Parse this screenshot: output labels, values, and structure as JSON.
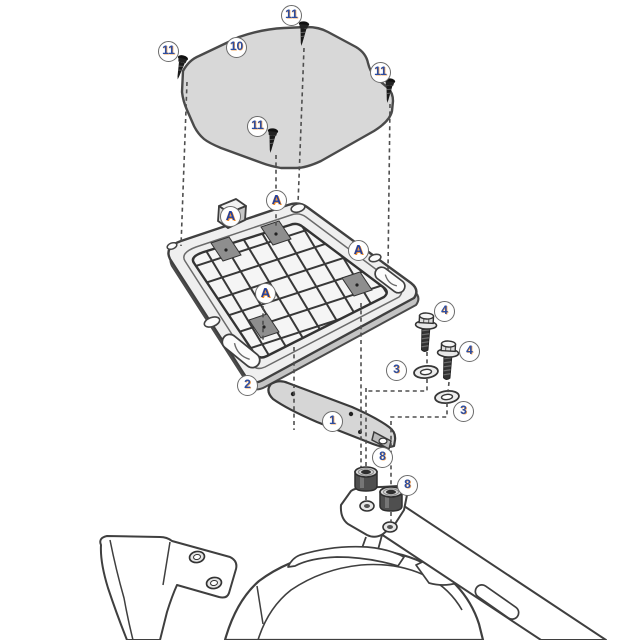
{
  "diagram": {
    "kind": "exploded-assembly-diagram"
  },
  "colors": {
    "callout_text_blue": "#2c4da0",
    "callout_accent_orange": "#ef8e2e",
    "callout_border": "#6b6b6b",
    "cover_plate_fill": "#d8d8d8",
    "platform_fill": "#efefef",
    "platform_edge_fill": "#c4c4c4",
    "pad_fill": "#8e8e8e",
    "bracket_fill": "#d6d6d6",
    "line_dark": "#3f3f3f",
    "hardware_dark": "#2e2e2e"
  },
  "callouts": {
    "screw_top_left": "11",
    "screw_top": "11",
    "screw_right": "11",
    "screw_bottom": "11",
    "cover_plate": "10",
    "fitting_top_left": "A",
    "fitting_top": "A",
    "fitting_right": "A",
    "fitting_center": "A",
    "platform": "2",
    "bolt_upper": "4",
    "bolt_lower": "4",
    "washer_upper": "3",
    "washer_lower": "3",
    "bracket": "1",
    "spacer_upper": "8",
    "spacer_lower": "8"
  }
}
